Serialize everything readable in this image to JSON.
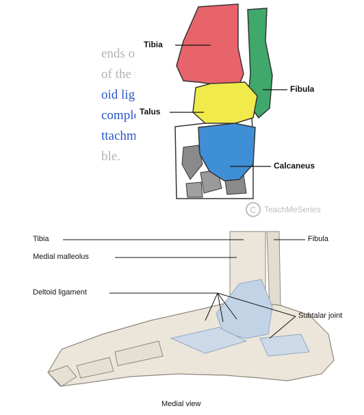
{
  "background_text": {
    "lines": [
      {
        "text": "ends of the",
        "color": "#b3b3b3"
      },
      {
        "text": "of the talus.",
        "color": "#b3b3b3"
      },
      {
        "text": "oid ligament",
        "color": "#2a56c6"
      },
      {
        "text": "completely",
        "color": "#2a56c6"
      },
      {
        "text": "ttachment",
        "color": "#2a56c6"
      },
      {
        "text": "ble.",
        "color": "#b3b3b3"
      }
    ]
  },
  "top_diagram": {
    "labels": {
      "tibia": "Tibia",
      "fibula": "Fibula",
      "talus": "Talus",
      "calcaneus": "Calcaneus"
    },
    "watermark": "TeachMeSeries",
    "colors": {
      "tibia": "#e8646b",
      "fibula": "#3fa86a",
      "talus": "#f0ea4a",
      "calcaneus": "#3f8fd6",
      "bone_outline": "#333333",
      "other_bone": "#8a8a8a"
    }
  },
  "bottom_diagram": {
    "labels": {
      "tibia": "Tibia",
      "fibula": "Fibula",
      "medial_malleolus": "Medial malleolus",
      "deltoid_ligament": "Deltoid ligament",
      "subtalar_joint": "Subtalar joint"
    },
    "caption": "Medial view",
    "colors": {
      "bone": "#ece6da",
      "ligament": "#c3d3e6"
    }
  }
}
